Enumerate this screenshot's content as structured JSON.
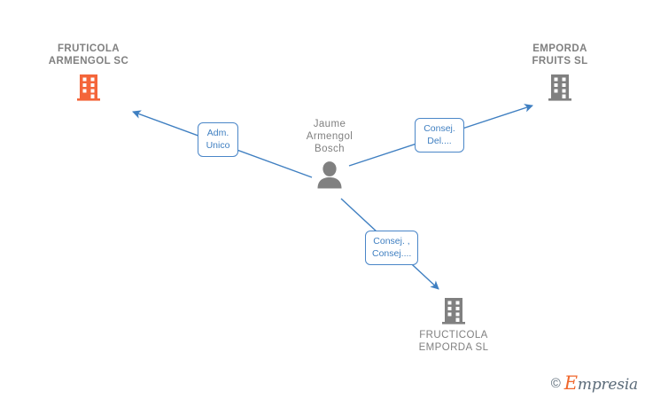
{
  "diagram": {
    "type": "relationship-graph",
    "background_color": "#ffffff",
    "accent_blue": "#3f7fc1",
    "node_gray": "#808080",
    "node_orange": "#f4653a",
    "nodes": [
      {
        "id": "fruticola-armengol-sc",
        "label": "FRUTICOLA\nARMENGOL SC",
        "kind": "company",
        "icon": "building-icon",
        "color": "#f4653a",
        "label_position": "above",
        "bold": true
      },
      {
        "id": "emporda-fruits-sl",
        "label": "EMPORDA\nFRUITS  SL",
        "kind": "company",
        "icon": "building-icon",
        "color": "#808080",
        "label_position": "above",
        "bold": true
      },
      {
        "id": "jaume-armengol-bosch",
        "label": "Jaume\nArmengol\nBosch",
        "kind": "person",
        "icon": "person-icon",
        "color": "#808080",
        "label_position": "above",
        "bold": false
      },
      {
        "id": "fructicola-emporda-sl",
        "label": "FRUCTICOLA\nEMPORDA SL",
        "kind": "company",
        "icon": "building-icon",
        "color": "#808080",
        "label_position": "below",
        "bold": false
      }
    ],
    "edges": [
      {
        "id": "edge-adm-unico",
        "from": "jaume-armengol-bosch",
        "to": "fruticola-armengol-sc",
        "label": "Adm.\nUnico",
        "color": "#3f7fc1"
      },
      {
        "id": "edge-consej-del",
        "from": "jaume-armengol-bosch",
        "to": "emporda-fruits-sl",
        "label": "Consej.\nDel....",
        "color": "#3f7fc1"
      },
      {
        "id": "edge-consej-consej",
        "from": "jaume-armengol-bosch",
        "to": "fructicola-emporda-sl",
        "label": "Consej. ,\nConsej....",
        "color": "#3f7fc1"
      }
    ]
  },
  "watermark": {
    "copyright": "©",
    "brand_initial": "E",
    "brand_rest": "mpresia"
  }
}
